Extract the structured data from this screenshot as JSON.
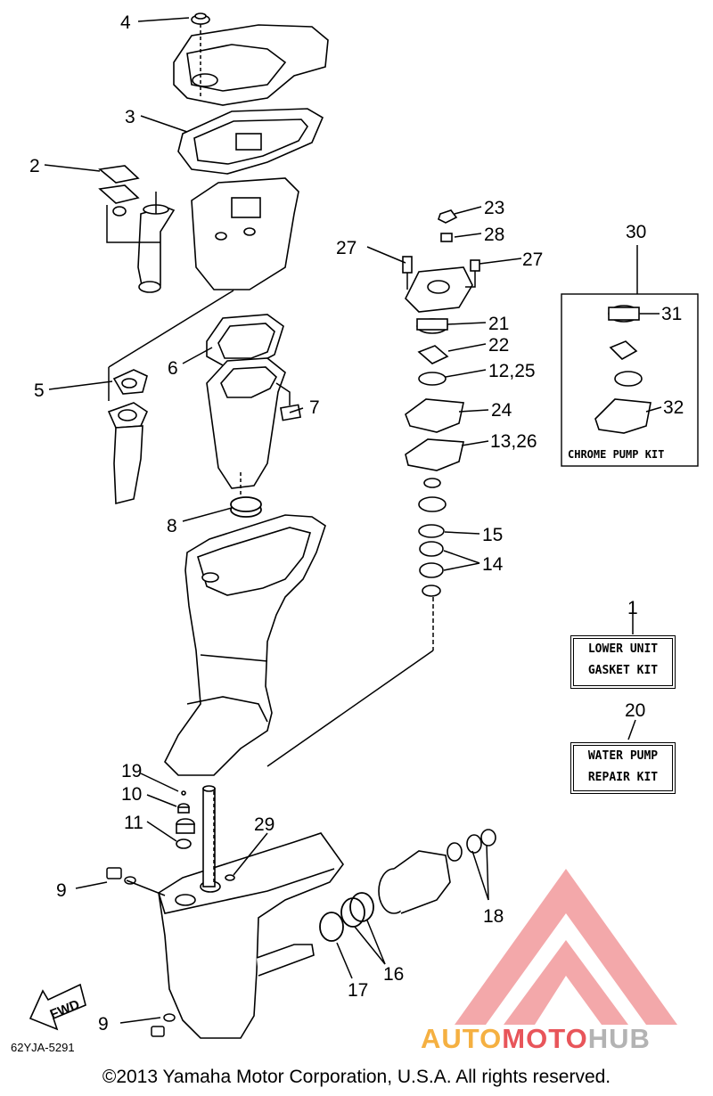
{
  "callouts": {
    "n4": "4",
    "n3": "3",
    "n2": "2",
    "n5": "5",
    "n6": "6",
    "n7": "7",
    "n8": "8",
    "n23": "23",
    "n28": "28",
    "n27a": "27",
    "n27b": "27",
    "n21": "21",
    "n22": "22",
    "n12_25": "12,25",
    "n24": "24",
    "n13_26": "13,26",
    "n15": "15",
    "n14": "14",
    "n30": "30",
    "n31": "31",
    "n32": "32",
    "n1": "1",
    "n20": "20",
    "n19": "19",
    "n10": "10",
    "n11": "11",
    "n29": "29",
    "n9a": "9",
    "n9b": "9",
    "n18": "18",
    "n16": "16",
    "n17": "17"
  },
  "kits": {
    "lower_unit_line1": "LOWER UNIT",
    "lower_unit_line2": "GASKET KIT",
    "water_pump_line1": "WATER PUMP",
    "water_pump_line2": "REPAIR KIT",
    "chrome_pump": "CHROME PUMP KIT"
  },
  "fwd_label": "FWD",
  "part_number": "62YJA-5291",
  "copyright": "©2013 Yamaha Motor Corporation, U.S.A. All rights reserved.",
  "watermark": {
    "part1": "AUTO",
    "part2": "MOTO",
    "part3": "HUB"
  },
  "colors": {
    "watermark_red": "#e8555a",
    "watermark_orange": "#f5b041",
    "watermark_gray": "#b3b3b3",
    "line": "#000000"
  }
}
